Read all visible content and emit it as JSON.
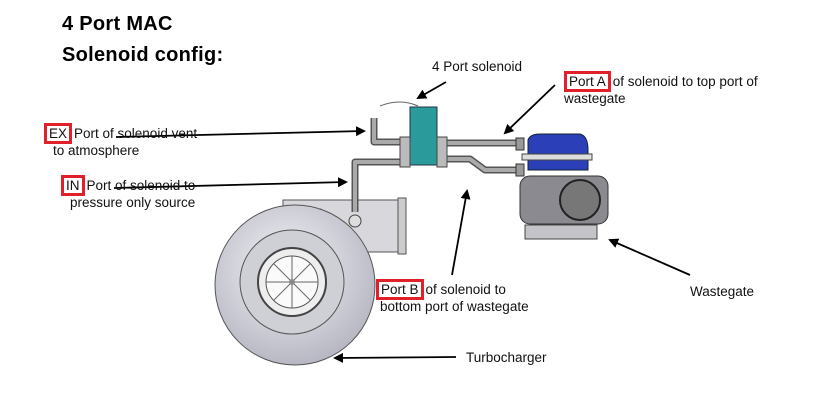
{
  "title": {
    "line1": "4 Port MAC",
    "line2": "Solenoid config:"
  },
  "labels": {
    "solenoid": "4 Port solenoid",
    "port_a": {
      "tag": "Port A",
      "text": "of solenoid to top port of",
      "text2": "wastegate"
    },
    "ex": {
      "tag": "EX",
      "text": "Port of solenoid vent",
      "text2": "to atmosphere"
    },
    "in": {
      "tag": "IN",
      "text": "Port of solenoid to",
      "text2": "pressure only source"
    },
    "port_b": {
      "tag": "Port B",
      "text": "of solenoid to",
      "text2": "bottom port of wastegate"
    },
    "wastegate": "Wastegate",
    "turbo": "Turbocharger"
  },
  "colors": {
    "highlight": "#e0202a",
    "solenoid": "#2a9a9a",
    "wastegate_cap": "#2b3fb8",
    "metal": "#c8c8cc"
  }
}
